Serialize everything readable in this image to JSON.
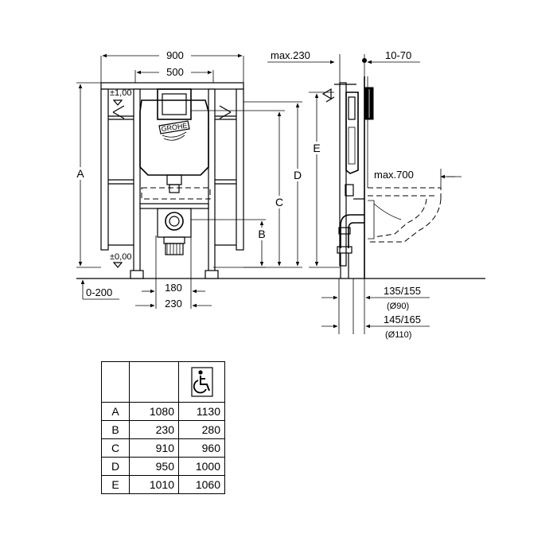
{
  "brand": "GROHE",
  "front_view": {
    "dim_width_total": "900",
    "dim_width_frame": "500",
    "level_top": "±1,00",
    "level_bottom": "±0,00",
    "dim_floor_range": "0-200",
    "dim_drain_a": "180",
    "dim_drain_b": "230",
    "label_A": "A",
    "label_B": "B",
    "label_C": "C",
    "label_D": "D"
  },
  "side_view": {
    "dim_max_depth": "max.230",
    "dim_wall_gap": "10-70",
    "dim_bowl_projection": "max.700",
    "label_E": "E",
    "dim_pipe_90": "135/155",
    "pipe_90_note": "(Ø90)",
    "dim_pipe_110": "145/165",
    "pipe_110_note": "(Ø110)"
  },
  "table": {
    "accessible_icon": "wheelchair-icon",
    "rows": [
      {
        "key": "A",
        "standard": "1080",
        "accessible": "1130"
      },
      {
        "key": "B",
        "standard": "230",
        "accessible": "280"
      },
      {
        "key": "C",
        "standard": "910",
        "accessible": "960"
      },
      {
        "key": "D",
        "standard": "950",
        "accessible": "1000"
      },
      {
        "key": "E",
        "standard": "1010",
        "accessible": "1060"
      }
    ]
  }
}
